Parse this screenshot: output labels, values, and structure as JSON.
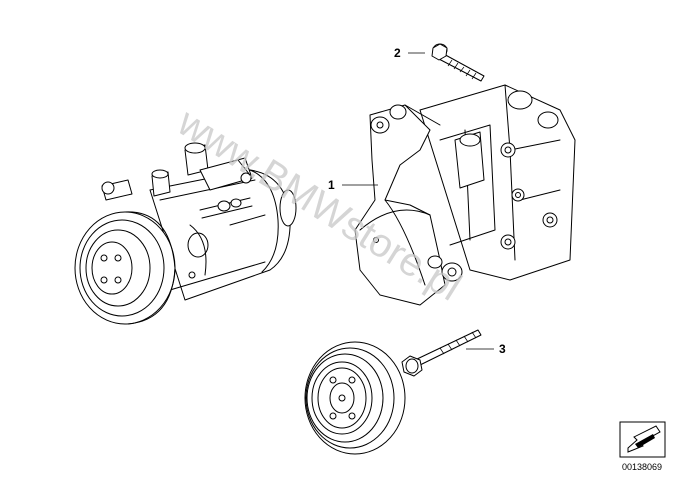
{
  "diagram": {
    "callouts": [
      {
        "id": "callout-1",
        "label": "1"
      },
      {
        "id": "callout-2",
        "label": "2"
      },
      {
        "id": "callout-3",
        "label": "3"
      }
    ],
    "watermark": "www.BMWstore.pl",
    "diagram_number": "00138069",
    "parts": {
      "compressor": "ac-compressor",
      "bracket": "bracket",
      "bolt_top": "bolt",
      "bolt_bottom": "bolt",
      "pulley": "pulley"
    }
  }
}
